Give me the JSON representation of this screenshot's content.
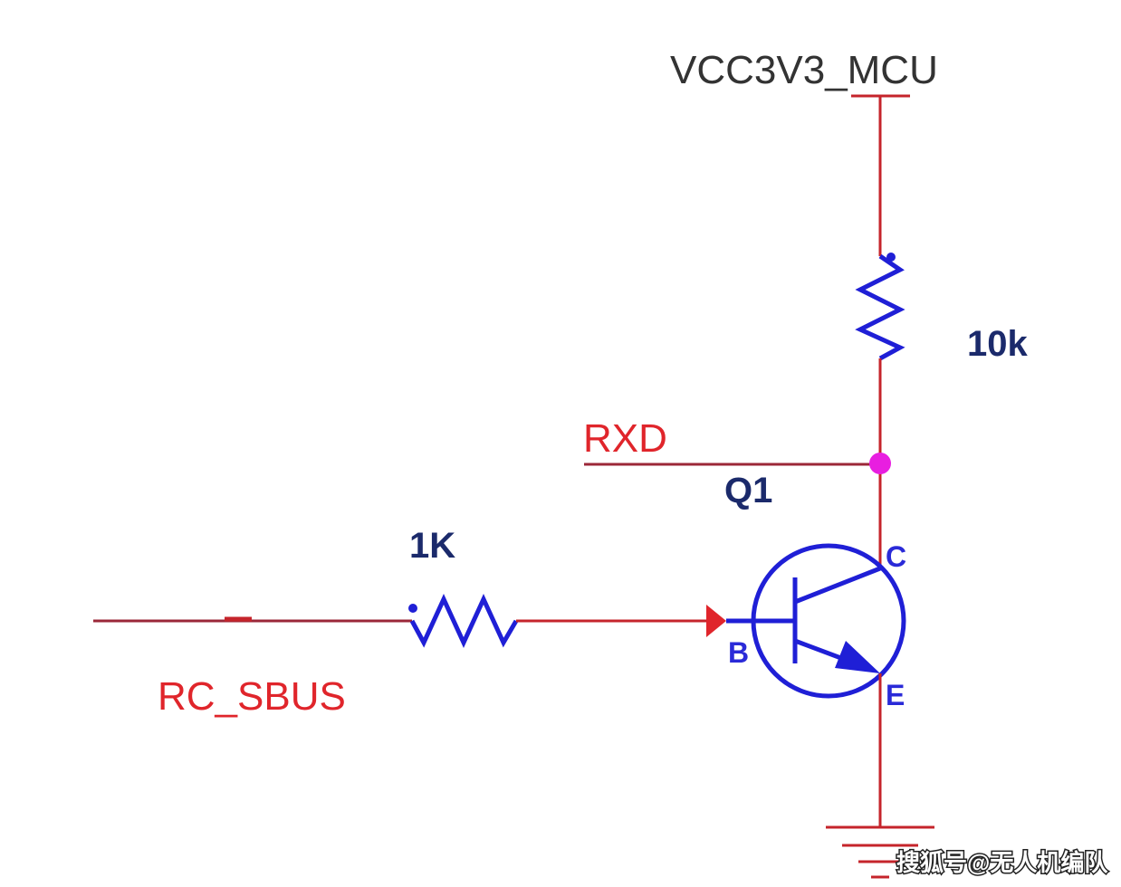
{
  "diagram": {
    "power_net": "VCC3V3_MCU",
    "pullup_resistor_value": "10k",
    "output_net": "RXD",
    "transistor_ref": "Q1",
    "base_resistor_value": "1K",
    "input_net": "RC_SBUS",
    "pins": {
      "collector": "C",
      "base": "B",
      "emitter": "E"
    }
  },
  "watermark": "搜狐号@无人机编队",
  "colors": {
    "wire": "#c5242b",
    "net_label": "#e0252b",
    "symbol": "#1f1fd6",
    "junction": "#e81ee0"
  }
}
